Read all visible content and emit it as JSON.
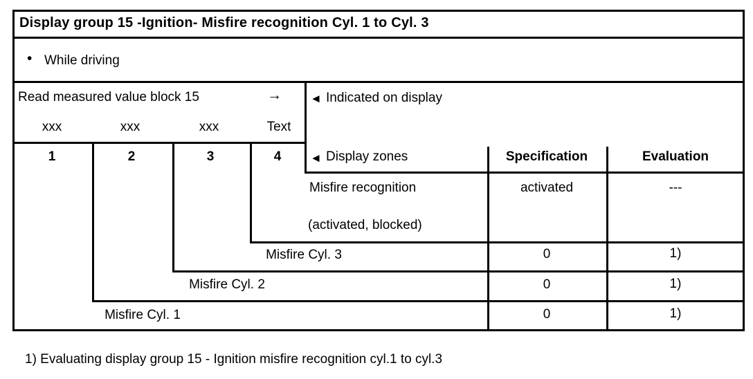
{
  "colors": {
    "ink": "#000000",
    "paper": "#ffffff"
  },
  "icons": {
    "left_pointer": "◄",
    "right_arrow": "→",
    "bullet": "•"
  },
  "title_row": {
    "title": "Display group 15 -Ignition- Misfire recognition Cyl. 1 to Cyl. 3"
  },
  "condition_row": {
    "text": "While driving"
  },
  "read_block_row": {
    "instruction": "Read measured value block 15",
    "display_fields": [
      "xxx",
      "xxx",
      "xxx",
      "Text"
    ]
  },
  "indicated_box": {
    "label": "Indicated on display"
  },
  "zones": {
    "numbers": [
      "1",
      "2",
      "3",
      "4"
    ],
    "label": "Display zones"
  },
  "columns": {
    "specification": "Specification",
    "evaluation": "Evaluation"
  },
  "rows": [
    {
      "label": "Misfire recognition",
      "label_line2": "(activated, blocked)",
      "specification": "activated",
      "evaluation": "---"
    },
    {
      "label": "Misfire Cyl. 3",
      "specification": "0",
      "evaluation": "1)"
    },
    {
      "label": "Misfire Cyl. 2",
      "specification": "0",
      "evaluation": "1)"
    },
    {
      "label": "Misfire Cyl. 1",
      "specification": "0",
      "evaluation": "1)"
    }
  ],
  "footnote": "1) Evaluating display group 15 - Ignition misfire recognition cyl.1 to cyl.3"
}
